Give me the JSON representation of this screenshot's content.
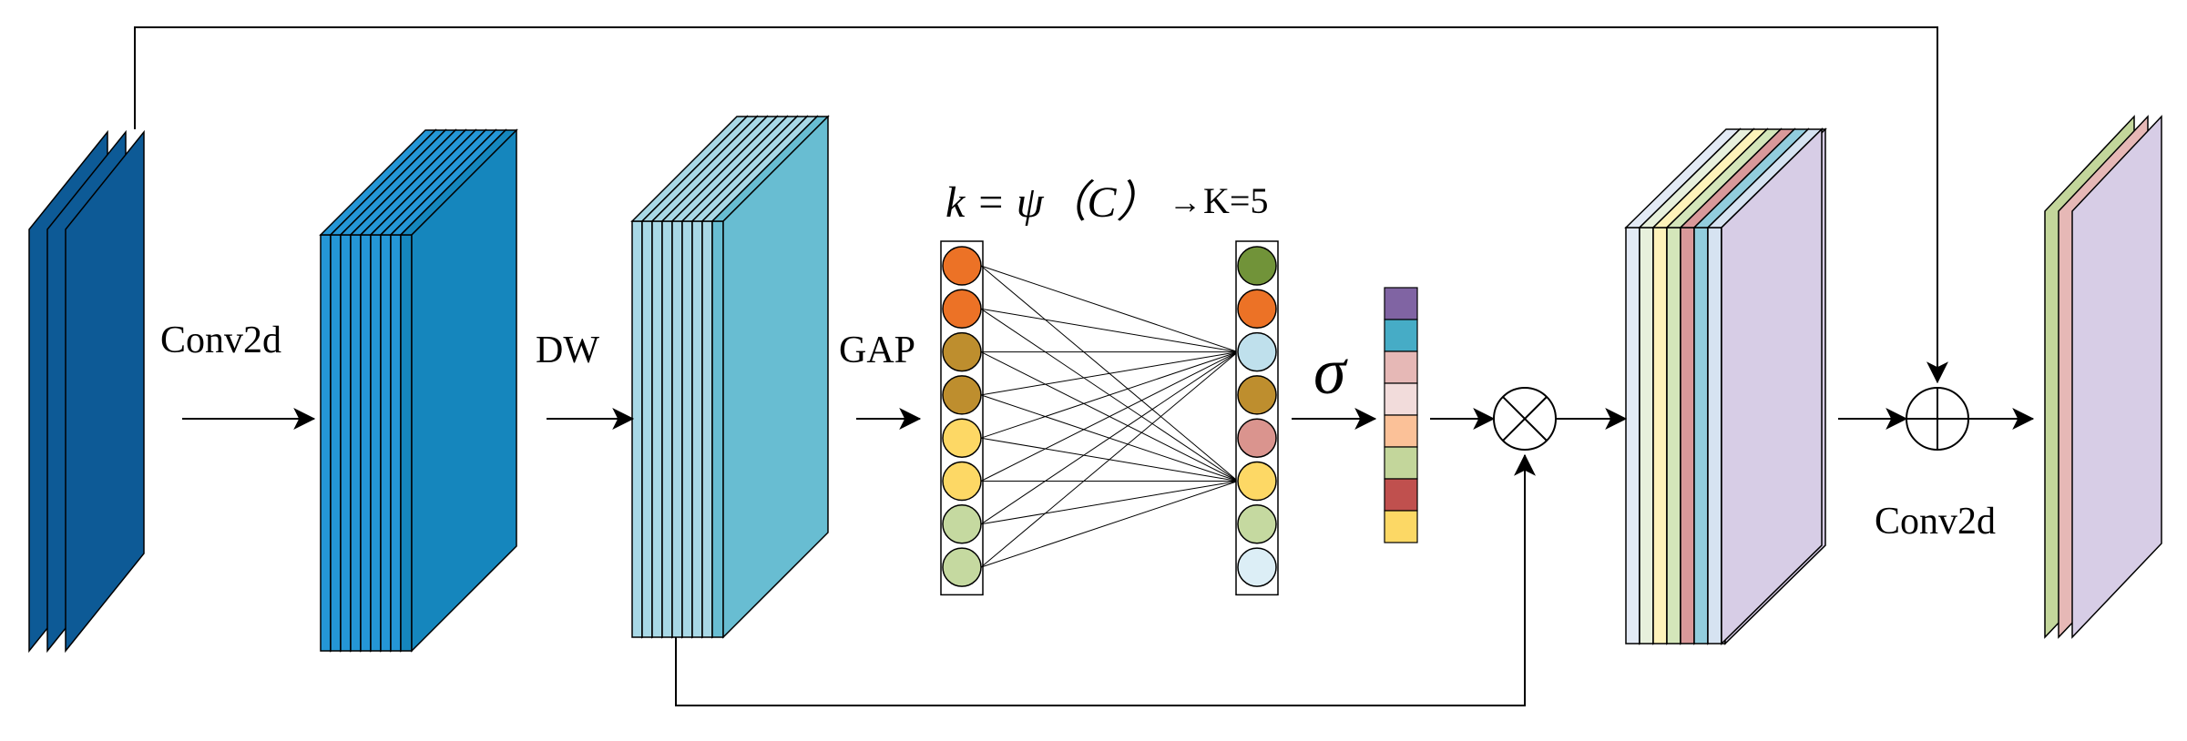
{
  "labels": {
    "conv2d_1": "Conv2d",
    "dw": "DW",
    "gap": "GAP",
    "k_formula": "k = ψ（C）",
    "k_arrow": "→",
    "k_value": "K=5",
    "sigma": "σ",
    "conv2d_2": "Conv2d"
  },
  "colors": {
    "input_stack": "#0d5a96",
    "conv_front": "#2496d6",
    "conv_body": "#1586bd",
    "dw_front": "#a8d8e6",
    "dw_body": "#68bdd2",
    "stroke": "#000000",
    "gap_column": [
      "#ec7226",
      "#ec7226",
      "#be8e2e",
      "#be8e2e",
      "#fdd865",
      "#fdd865",
      "#c5d9a0",
      "#c5d9a0"
    ],
    "out_column": [
      "#719339",
      "#ec7226",
      "#bfe0ec",
      "#be8e2e",
      "#da948e",
      "#fdd865",
      "#c5d9a0",
      "#dceef6"
    ],
    "sigma_bar": [
      "#8064a3",
      "#46acc6",
      "#e6b8b6",
      "#f2dcdb",
      "#fbc198",
      "#c3d69b",
      "#c0504e",
      "#fcd865"
    ],
    "weighted_stack": [
      "#e3eaf5",
      "#e7f0dc",
      "#fef3ba",
      "#d4e6ba",
      "#d9999a",
      "#92cddd",
      "#d6e3f1"
    ],
    "weighted_body": "#d7cde6",
    "final_stack": [
      "#c3d69b",
      "#e6b8b6",
      "#d7cde6"
    ]
  }
}
